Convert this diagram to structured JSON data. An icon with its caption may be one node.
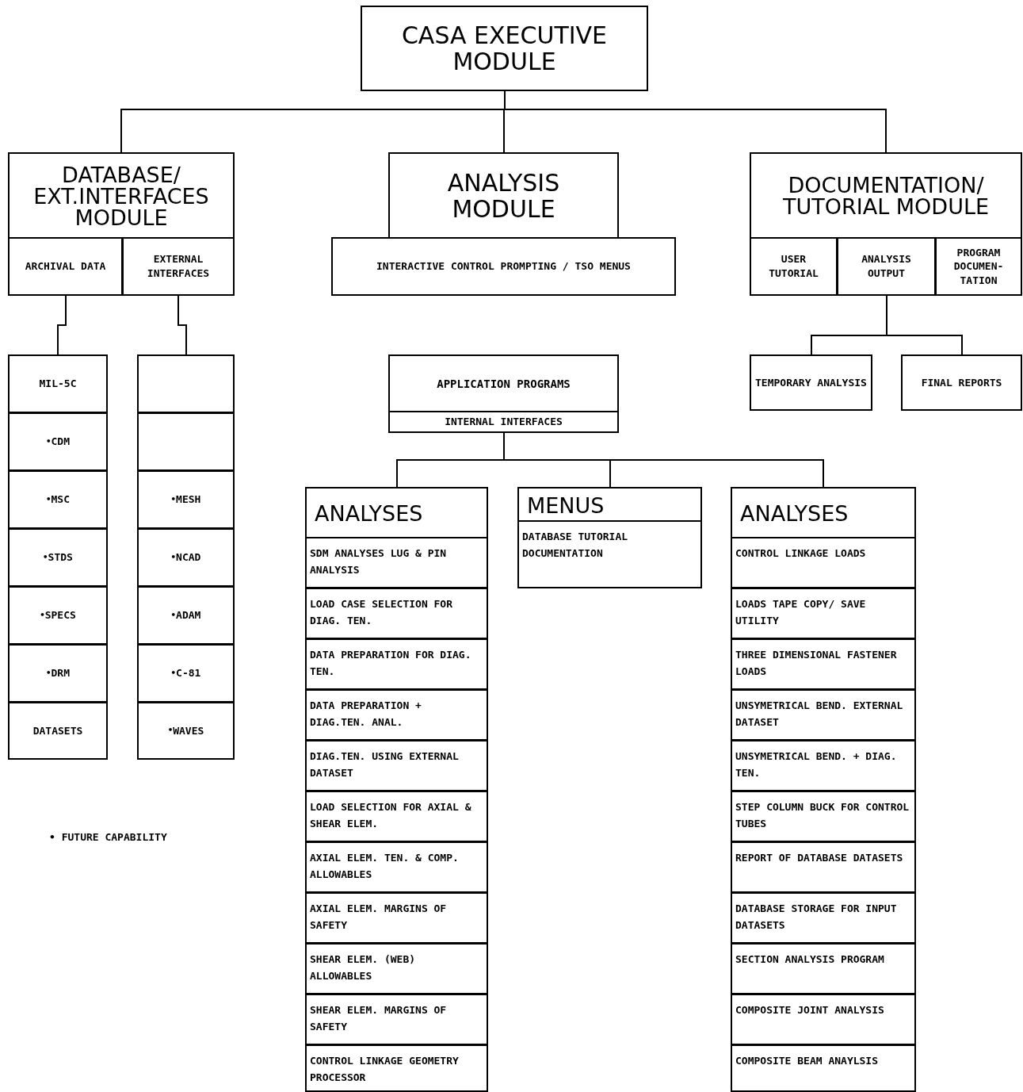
{
  "diagram": {
    "nodes": [
      {
        "text": [
          "CASA EXECUTIVE MODULE"
        ]
      },
      {
        "text": [
          "DATABASE/ EXT.INTERFACES MODULE"
        ]
      },
      {
        "text": [
          "ARCHIVAL DATA"
        ],
        "in": 1
      },
      {
        "text": [
          "EXTERNAL INTERFACES"
        ],
        "in": 1
      },
      {
        "text": [
          "ANALYSIS MODULE"
        ]
      },
      {
        "text": [
          "INTERACTIVE CONTROL PROMPTING / TSO MENUS"
        ]
      },
      {
        "text": [
          "DOCUMENTATION/ TUTORIAL MODULE"
        ]
      },
      {
        "text": [
          "USER TUTORIAL"
        ],
        "in": 6
      },
      {
        "text": [
          "ANALYSIS OUTPUT"
        ],
        "in": 6
      },
      {
        "text": [
          "PROGRAM DOCUMEN- TATION"
        ],
        "in": 6
      },
      {
        "text": [
          "MIL-5C"
        ]
      },
      {
        "text": [
          "$^{•}$CDM"
        ]
      },
      {
        "text": [
          "$^{•}$MSC"
        ]
      },
      {
        "text": [
          "$^{•}$STDS"
        ]
      },
      {
        "text": [
          "$^{•}$SPECS"
        ]
      },
      {
        "text": [
          "$^{•}$DRM"
        ]
      },
      {
        "text": [
          "DATASETS"
        ]
      },
      {
        "text": [],
        "shape": "box"
      },
      {
        "text": [],
        "shape": "box"
      },
      {
        "text": [
          "$^{•}$MESH"
        ]
      },
      {
        "text": [
          "$^{•}$NCAD"
        ]
      },
      {
        "text": [
          "$^{•}$ADAM"
        ]
      },
      {
        "text": [
          "$^{•}$C-81"
        ]
      },
      {
        "text": [
          "$^{•}$WAVES"
        ]
      },
      {
        "text": [
          "APPLICATION PROGRAMS"
        ]
      },
      {
        "text": [
          "INTERNAL INTERFACES"
        ],
        "in": 24
      },
      {
        "text": [
          "TEMPORARY ANALYSIS"
        ]
      },
      {
        "text": [
          "FINAL REPORTS"
        ]
      },
      {
        "text": [
          "ANALYSES"
        ]
      },
      {
        "text": [
          "SDM ANALYSES LUG & PIN ANALYSIS"
        ],
        "in": 28
      },
      {
        "text": [
          "LOAD CASE SELECTION FOR DIAG. TEN."
        ],
        "in": 28
      },
      {
        "text": [
          "DATA PREPARATION FOR DIAG. TEN."
        ],
        "in": 28
      },
      {
        "text": [
          "DATA PREPARATION + DIAG.TEN. ANAL."
        ],
        "in": 28
      },
      {
        "text": [
          "DIAG.TEN. USING EXTERNAL DATASET"
        ],
        "in": 28
      },
      {
        "text": [
          "LOAD SELECTION FOR AXIAL & SHEAR ELEM."
        ],
        "in": 28
      },
      {
        "text": [
          "AXIAL ELEM. TEN. & COMP. ALLOWABLES"
        ],
        "in": 28
      },
      {
        "text": [
          "AXIAL ELEM. MARGINS OF SAFETY"
        ],
        "in": 28
      },
      {
        "text": [
          "SHEAR ELEM. (WEB) ALLOWABLES"
        ],
        "in": 28
      },
      {
        "text": [
          "SHEAR ELEM. MARGINS OF SAFETY"
        ],
        "in": 28
      },
      {
        "text": [
          "CONTROL LINKAGE GEOMETRY PROCESSOR"
        ],
        "in": 28
      },
      {
        "text": [
          "MENUS"
        ]
      },
      {
        "text": [
          "DATABASE TUTORIAL DOCUMENTATION"
        ],
        "in": 40
      },
      {
        "text": [
          "ANALYSES"
        ]
      },
      {
        "text": [
          "CONTROL LINKAGE LOADS"
        ],
        "in": 42
      },
      {
        "text": [
          "LOADS TAPE COPY/ SAVE UTILITY"
        ],
        "in": 42
      },
      {
        "text": [
          "THREE DIMENSIONAL FASTENER LOADS"
        ],
        "in": 42
      },
      {
        "text": [
          "UNSYMETRICAL BEND. EXTERNAL DATASET"
        ],
        "in": 42
      },
      {
        "text": [
          "UNSYMETRICAL BEND. + DIAG. TEN."
        ],
        "in": 42
      },
      {
        "text": [
          "STEP COLUMN BUCK FOR CONTROL TUBES"
        ],
        "in": 42
      },
      {
        "text": [
          "REPORT OF DATABASE DATASETS"
        ],
        "in": 42
      },
      {
        "text": [
          "DATABASE STORAGE FOR INPUT DATASETS"
        ],
        "in": 42
      },
      {
        "text": [
          "SECTION ANALYSIS PROGRAM"
        ],
        "in": 42
      },
      {
        "text": [
          "COMPOSITE JOINT ANALYSIS"
        ],
        "in": 42
      },
      {
        "text": [
          "COMPOSITE BEAM ANAYLSIS"
        ],
        "in": 42
      }
    ],
    "edges": [
      {
        "from": 0,
        "to": 1,
        "arrow": "none"
      },
      {
        "from": 0,
        "to": 4,
        "arrow": "none"
      },
      {
        "from": 0,
        "to": 6,
        "arrow": "none"
      },
      {
        "from": 2,
        "to": 10,
        "arrow": "none"
      },
      {
        "from": 3,
        "to": 17,
        "arrow": "none"
      },
      {
        "from": 8,
        "to": 26,
        "arrow": "none"
      },
      {
        "from": 8,
        "to": 27,
        "arrow": "none"
      },
      {
        "from": 25,
        "to": 28,
        "arrow": "none"
      },
      {
        "from": 25,
        "to": 40,
        "arrow": "none"
      },
      {
        "from": 25,
        "to": 42,
        "arrow": "none"
      }
    ],
    "labels": [
      "• FUTURE CAPABILITY"
    ]
  }
}
